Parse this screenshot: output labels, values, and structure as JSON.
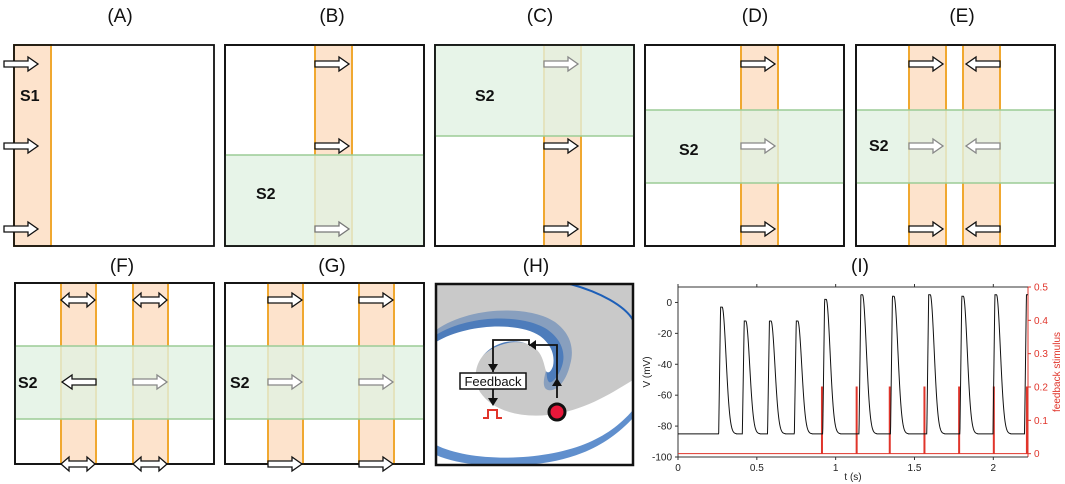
{
  "panel_labels": [
    "(A)",
    "(B)",
    "(C)",
    "(D)",
    "(E)",
    "(F)",
    "(G)",
    "(H)",
    "(I)"
  ],
  "stimulus_labels": {
    "s1": "S1",
    "s2": "S2"
  },
  "feedback_label": "Feedback",
  "colors": {
    "s1_fill": "#fde3cc",
    "s1_stroke": "#f0a830",
    "s2_fill": "#e1f1e2",
    "s2_stroke": "#9ccc95",
    "trace": "#111111",
    "feedback": "#e0352b",
    "wave_fill": "#c9c9c9",
    "wave_edge": "#1d5fb8"
  },
  "chart_data": {
    "type": "line",
    "xlabel": "t (s)",
    "ylabel": "V (mV)",
    "ylabel_right": "feedback stimulus",
    "xlim": [
      0,
      2.22
    ],
    "ylim": [
      -100,
      10
    ],
    "ylim_right": [
      -0.01,
      0.5
    ],
    "x_ticks": [
      "0",
      "0.5",
      "1",
      "1.5",
      "2"
    ],
    "y_ticks": [
      "0",
      "-20",
      "-40",
      "-60",
      "-80",
      "-100"
    ],
    "y_ticks_right": [
      "0",
      "0.1",
      "0.2",
      "0.3",
      "0.4",
      "0.5"
    ],
    "series": [
      {
        "axis": "left",
        "rest_mV": -85,
        "spike_times_s": [
          0.27,
          0.42,
          0.58,
          0.75,
          0.93,
          1.16,
          1.36,
          1.59,
          1.8,
          2.01,
          2.21
        ],
        "spike_peaks_mV": [
          -3,
          -12,
          -12,
          -12,
          2,
          5,
          4,
          5,
          4,
          5,
          5
        ]
      },
      {
        "axis": "right",
        "pulse_times_s": [
          0.91,
          1.13,
          1.34,
          1.56,
          1.78,
          2.0,
          2.21
        ],
        "pulse_amplitude": 0.2,
        "baseline": 0
      }
    ]
  }
}
